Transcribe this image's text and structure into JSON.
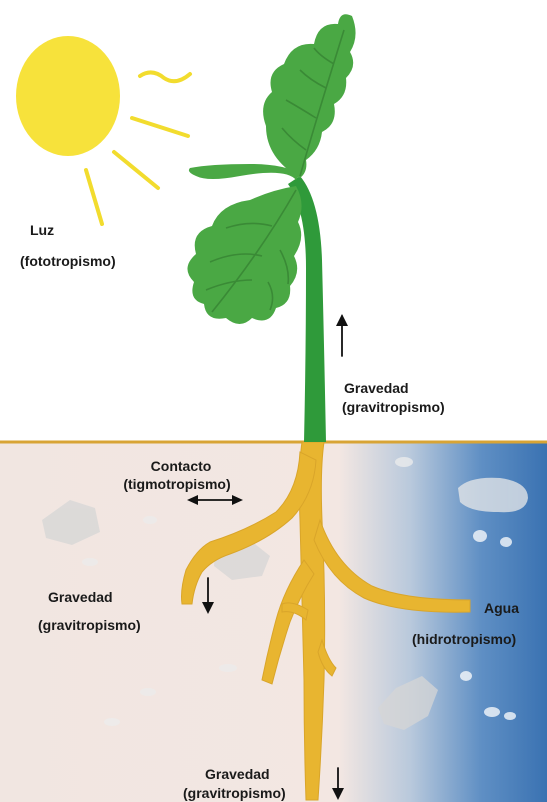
{
  "labels": {
    "light": {
      "title": "Luz",
      "subtitle": "(fototropismo)"
    },
    "gravity_shoot": {
      "title": "Gravedad",
      "subtitle": "(gravitropismo)"
    },
    "contact": {
      "title": "Contacto",
      "subtitle": "(tigmotropismo)"
    },
    "gravity_root_left": {
      "title": "Gravedad",
      "subtitle": "(gravitropismo)"
    },
    "water": {
      "title": "Agua",
      "subtitle": "(hidrotropismo)"
    },
    "gravity_root_bottom": {
      "title": "Gravedad",
      "subtitle": "(gravitropismo)"
    }
  },
  "colors": {
    "sun": "#f7e23b",
    "sun_rays": "#f2dc2e",
    "leaf": "#4aa844",
    "leaf_vein": "#3a8a36",
    "stem": "#2f9a3a",
    "root": "#e8b530",
    "soil": "#f2e6e0",
    "water": "#3f7ab8",
    "stones": "#dcdcdc",
    "ground_line": "#d8a435"
  }
}
